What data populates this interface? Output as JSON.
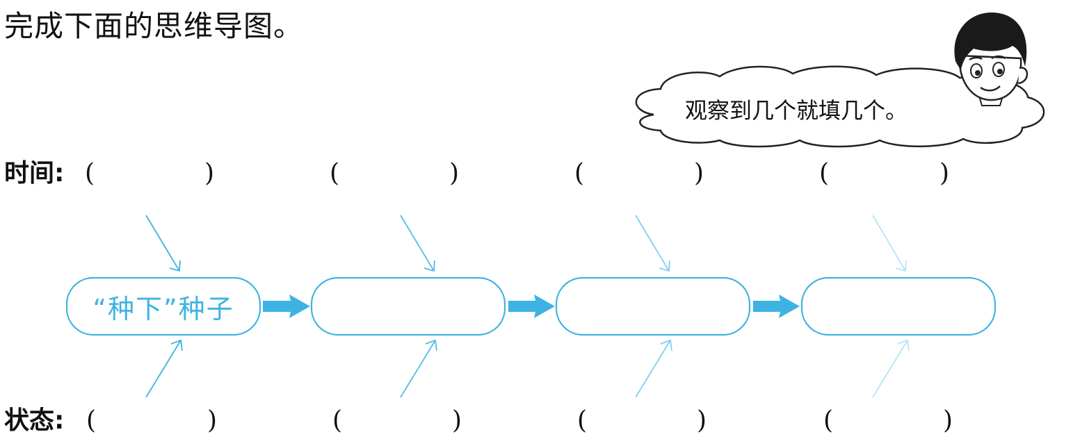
{
  "instruction": "完成下面的思维导图。",
  "hint_bubble": {
    "text": "观察到几个就填几个。"
  },
  "rows": {
    "time_label": "时间:",
    "state_label": "状态:"
  },
  "blanks": {
    "open": "(",
    "close": ")"
  },
  "stages": [
    {
      "label": "“种下”种子"
    },
    {
      "label": ""
    },
    {
      "label": ""
    },
    {
      "label": ""
    }
  ],
  "colors": {
    "accent": "#3db3e3",
    "text": "#111111"
  },
  "icons": {
    "character": "boy-face-icon",
    "arrow": "right-arrow-icon"
  }
}
